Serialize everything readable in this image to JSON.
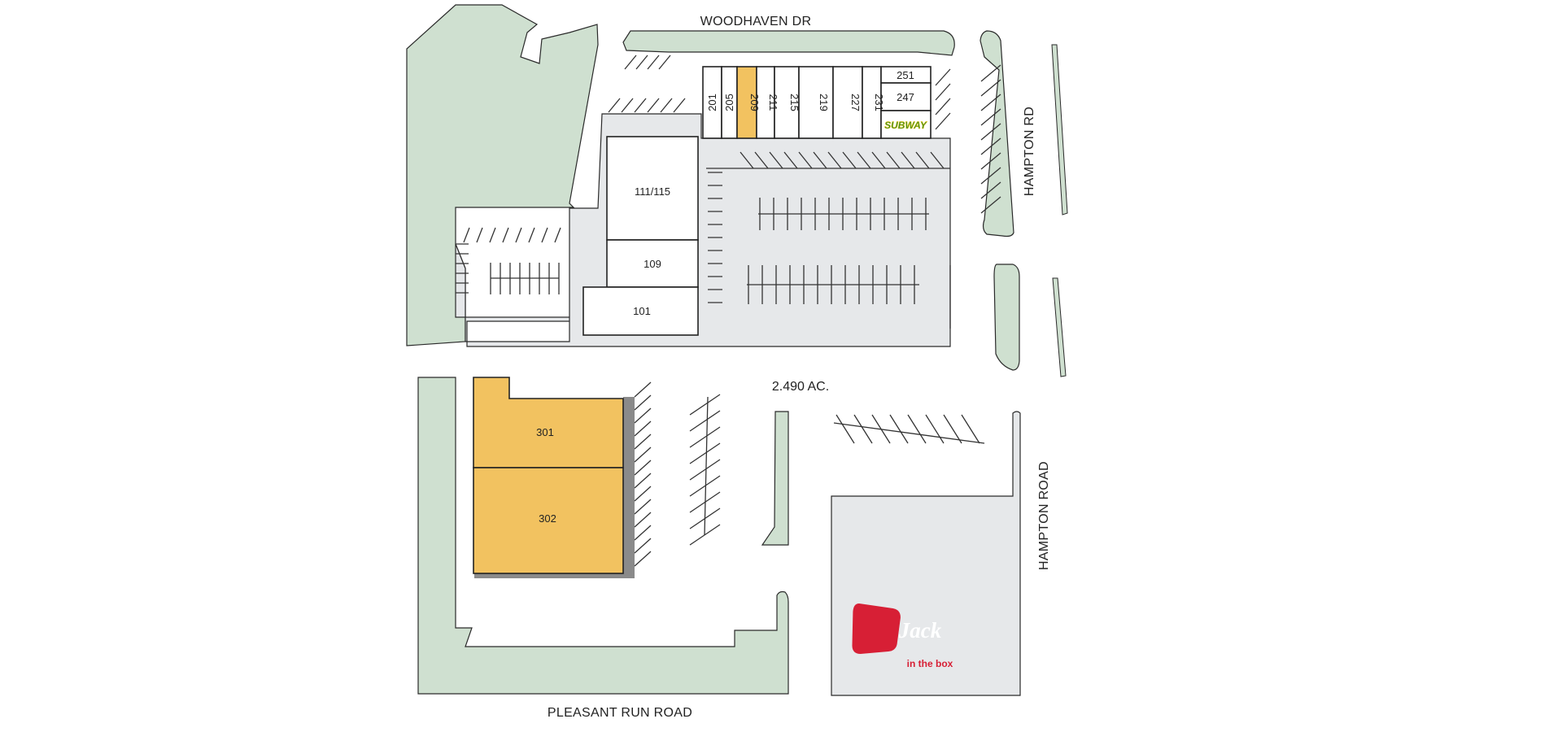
{
  "roads": {
    "north": "WOODHAVEN DR",
    "east_upper": "HAMPTON RD",
    "east_lower": "HAMPTON ROAD",
    "south": "PLEASANT RUN ROAD"
  },
  "acreage": "2.490 AC.",
  "units": {
    "u201": "201",
    "u205": "205",
    "u209": "209",
    "u211": "211",
    "u215": "215",
    "u219": "219",
    "u227": "227",
    "u231": "231",
    "u251": "251",
    "u247": "247",
    "u111": "111/115",
    "u109": "109",
    "u101": "101",
    "u301": "301",
    "u302": "302"
  },
  "tenants": {
    "subway": "SUBWAY",
    "jack_main": "Jack",
    "jack_sub": "in the box"
  },
  "colors": {
    "available": "#f2c260",
    "landscape": "#cfe0d0",
    "pavement": "#e6e8ea",
    "subway_green": "#2e8b2e",
    "subway_yellow": "#f5c400",
    "jack_red": "#d71f35"
  },
  "icons": {
    "subway": "subway-logo",
    "jack": "jack-in-the-box-logo"
  }
}
